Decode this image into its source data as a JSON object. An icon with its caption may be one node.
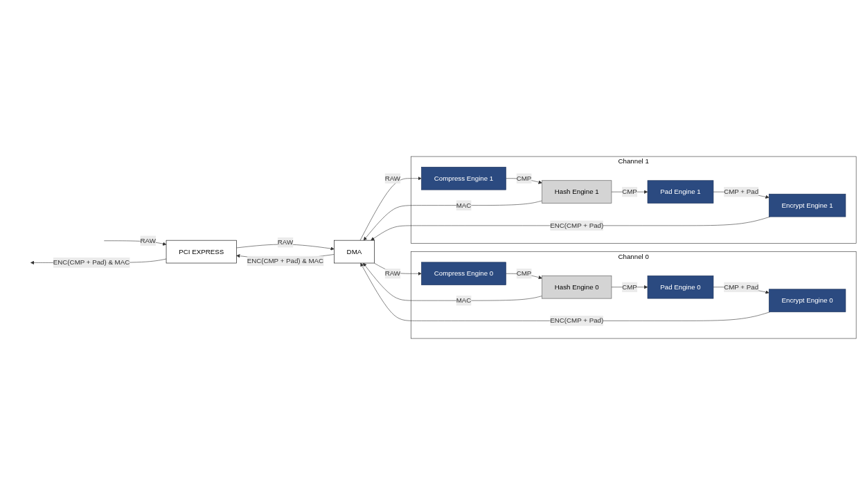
{
  "diagram": {
    "nodes": [
      {
        "text": [
          "PCI EXPRESS"
        ]
      },
      {
        "text": [
          "DMA"
        ]
      },
      {
        "text": [
          "Channel 0"
        ]
      },
      {
        "text": [
          "Compress Engine 0"
        ],
        "in": 2
      },
      {
        "text": [
          "Hash Engine 0"
        ],
        "in": 2
      },
      {
        "text": [
          "Pad Engine 0"
        ],
        "in": 2
      },
      {
        "text": [
          "Encrypt Engine 0"
        ],
        "in": 2
      },
      {
        "text": [
          "Channel 1"
        ]
      },
      {
        "text": [
          "Compress Engine 1"
        ],
        "in": 7
      },
      {
        "text": [
          "Hash Engine 1"
        ],
        "in": 7
      },
      {
        "text": [
          "Pad Engine 1"
        ],
        "in": 7
      },
      {
        "text": [
          "Encrypt Engine 1"
        ],
        "in": 7
      }
    ],
    "edges": [
      {
        "from": null,
        "to": 0,
        "arrow": "to",
        "label": "RAW"
      },
      {
        "from": 0,
        "to": 1,
        "arrow": "to",
        "label": "RAW"
      },
      {
        "from": 1,
        "to": 3,
        "arrow": "to",
        "label": "RAW"
      },
      {
        "from": 3,
        "to": 4,
        "arrow": "to",
        "label": "CMP"
      },
      {
        "from": 4,
        "to": 1,
        "arrow": "to",
        "label": "MAC"
      },
      {
        "from": 4,
        "to": 5,
        "arrow": "to",
        "label": "CMP"
      },
      {
        "from": 5,
        "to": 6,
        "arrow": "to",
        "label": "CMP + Pad"
      },
      {
        "from": 6,
        "to": 1,
        "arrow": "to",
        "label": "ENC(CMP + Pad)"
      },
      {
        "from": 1,
        "to": 8,
        "arrow": "to",
        "label": "RAW"
      },
      {
        "from": 8,
        "to": 9,
        "arrow": "to",
        "label": "CMP"
      },
      {
        "from": 9,
        "to": 1,
        "arrow": "to",
        "label": "MAC"
      },
      {
        "from": 9,
        "to": 10,
        "arrow": "to",
        "label": "CMP"
      },
      {
        "from": 10,
        "to": 11,
        "arrow": "to",
        "label": "CMP + Pad"
      },
      {
        "from": 11,
        "to": 1,
        "arrow": "to",
        "label": "ENC(CMP + Pad)"
      },
      {
        "from": 1,
        "to": 0,
        "arrow": "to",
        "label": "ENC(CMP + Pad) & MAC"
      },
      {
        "from": 0,
        "to": null,
        "arrow": "to",
        "label": "ENC(CMP + Pad) & MAC"
      }
    ]
  }
}
